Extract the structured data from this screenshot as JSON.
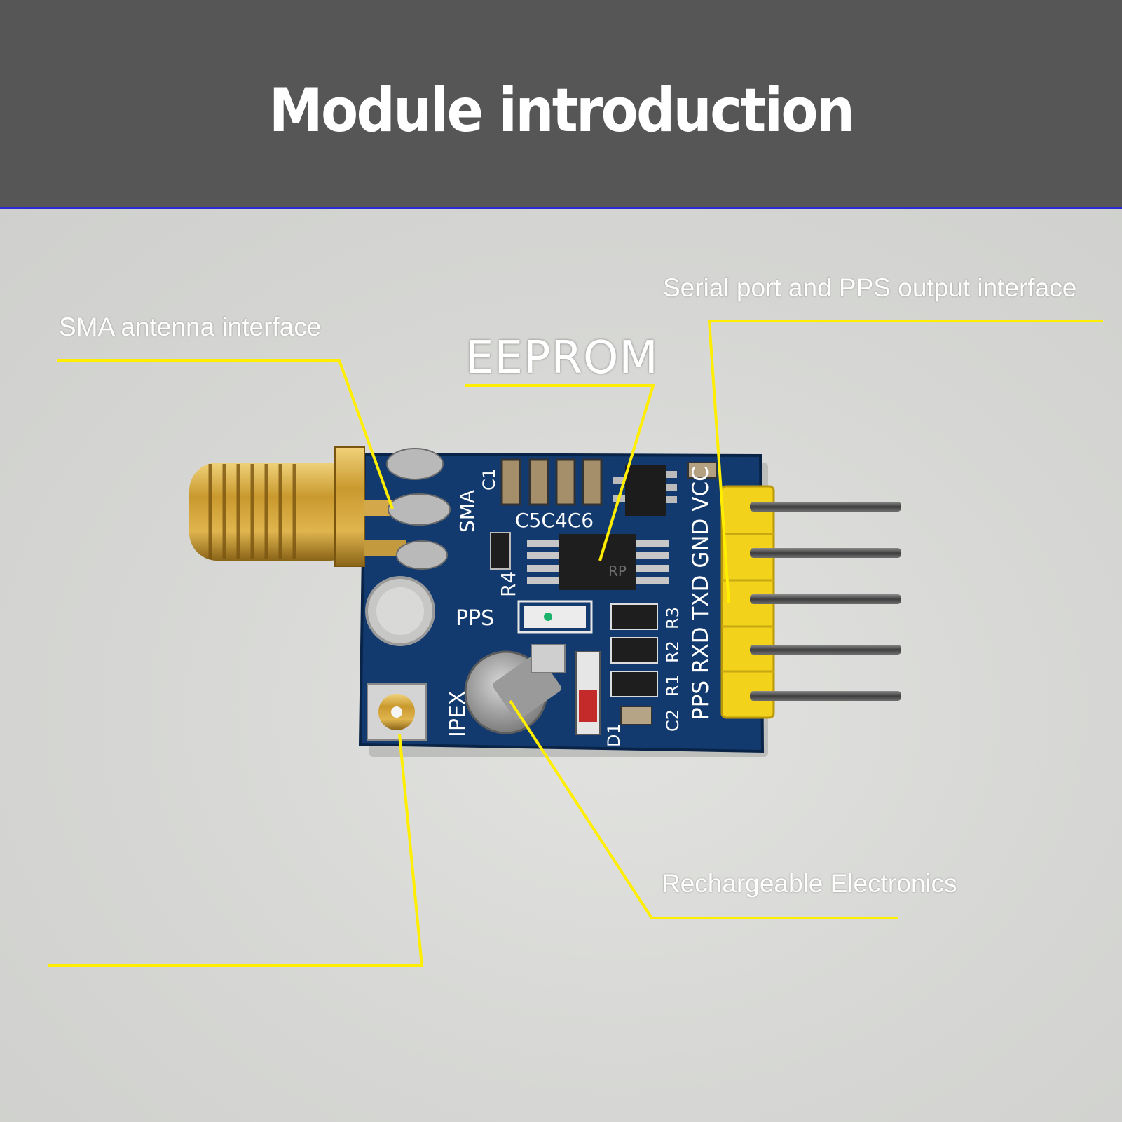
{
  "banner": {
    "title": "Module introduction"
  },
  "callouts": {
    "sma": "SMA antenna interface",
    "eeprom": "EEPROM",
    "serial": "Serial port and PPS output interface",
    "battery": "Rechargeable Electronics"
  },
  "silkscreen": {
    "sma": "SMA",
    "c1": "C1",
    "caps": "C5C4C6",
    "r4": "R4",
    "pps": "PPS",
    "ipex": "IPEX",
    "r3": "R3",
    "r2": "R2",
    "r1": "R1",
    "c2": "C2",
    "d1": "D1",
    "pins": "PPS RXD TXD GND VCC",
    "chip": "RP"
  },
  "colors": {
    "banner": "#565656",
    "callout_line": "#ffee00",
    "board": "#123a6e",
    "header": "#f2d21a",
    "connector": "#c8a23a"
  }
}
